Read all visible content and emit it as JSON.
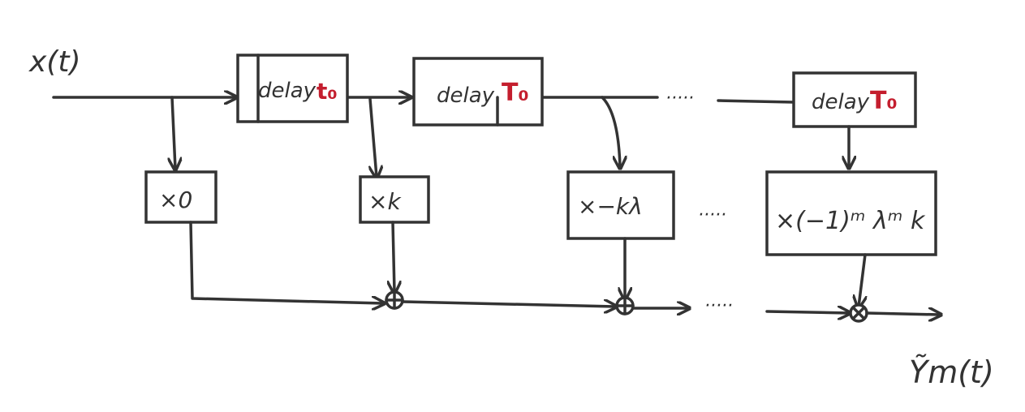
{
  "input_label": "x(t)",
  "output_label": "Ỹm(t)",
  "delay_word": "delay",
  "delays": [
    "t₀",
    "T₀",
    "T₀"
  ],
  "gains": [
    "×0",
    "×k",
    "×−kλ",
    "×(−1)ᵐ λᵐ k"
  ],
  "ellipsis": "·····",
  "colors": {
    "ink": "#333333",
    "accent": "#c41e2e"
  }
}
